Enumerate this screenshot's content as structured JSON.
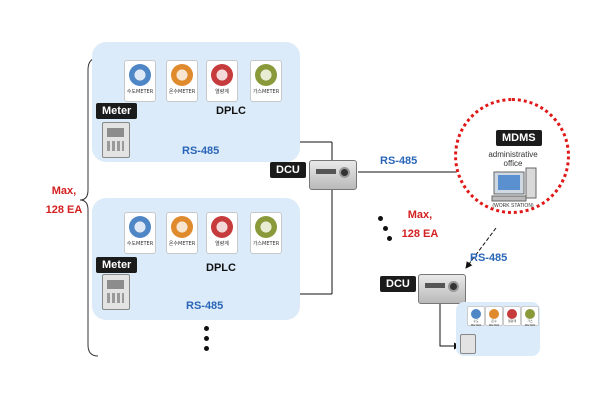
{
  "diagram": {
    "meter_label": "Meter",
    "dplc_label": "DPLC",
    "dcu_label": "DCU",
    "mdms_label": "MDMS",
    "rs485_label": "RS-485",
    "max_label": "Max,",
    "max_count": "128 EA",
    "admin_office": "administrative office",
    "work_station": "(WORK STATION)",
    "meter_types": [
      {
        "label": "수도METER",
        "color": "#4f86c6",
        "icon": "water-meter-icon"
      },
      {
        "label": "온수METER",
        "color": "#e08a2e",
        "icon": "hot-water-meter-icon"
      },
      {
        "label": "열량계",
        "color": "#c63b3b",
        "icon": "heat-meter-icon"
      },
      {
        "label": "가스METER",
        "color": "#8a9a3a",
        "icon": "gas-meter-icon"
      }
    ]
  },
  "colors": {
    "panel": "#dcebf9",
    "accent_blue": "#2a66b8",
    "accent_red": "#d42020"
  }
}
